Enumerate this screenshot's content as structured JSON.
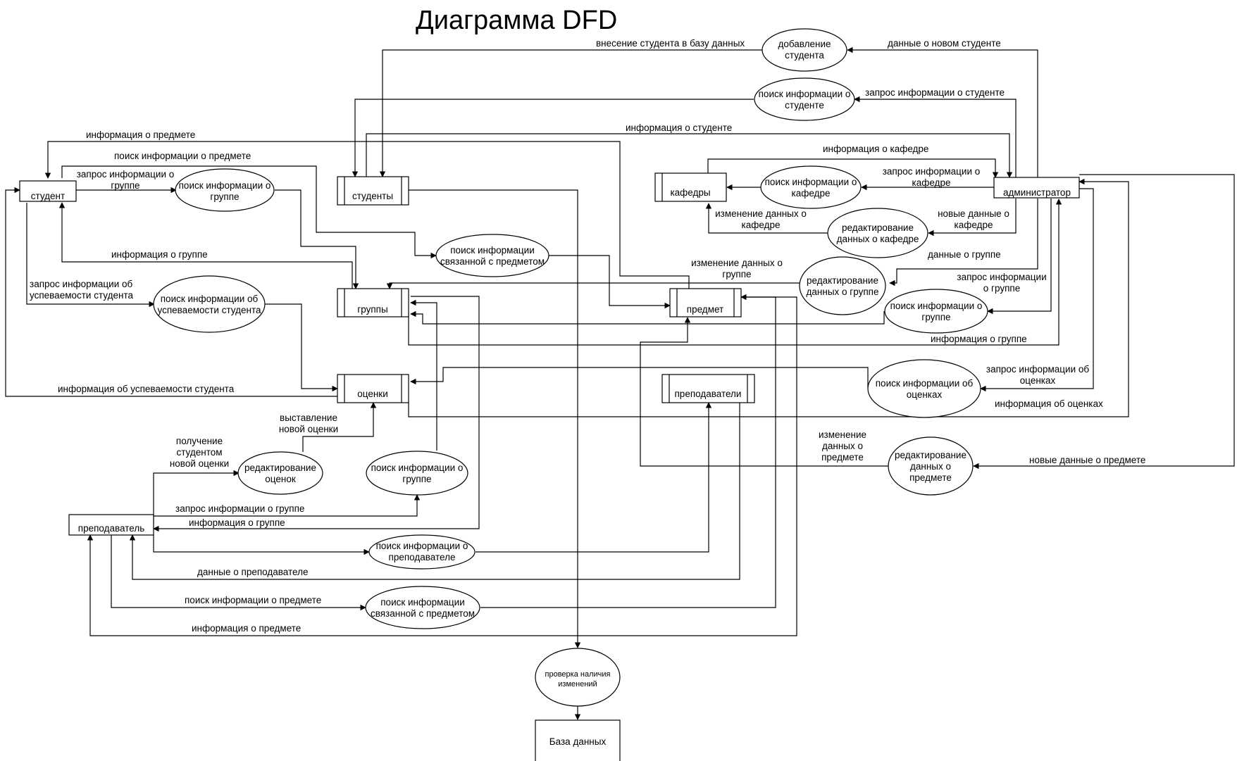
{
  "title": "Диаграмма DFD",
  "entities": {
    "student": "студент",
    "admin": "администратор",
    "teacher": "преподаватель",
    "database": "База данных"
  },
  "stores": {
    "students": "студенты",
    "groups": "группы",
    "grades": "оценки",
    "departments": "кафедры",
    "subject": "предмет",
    "teachers": "преподаватели"
  },
  "processes": {
    "add_student": [
      "добавление",
      "студента"
    ],
    "find_student": [
      "поиск информации о",
      "студенте"
    ],
    "find_department": [
      "поиск информации о",
      "кафедре"
    ],
    "edit_department": [
      "редактирование",
      "данных о кафедре"
    ],
    "edit_group": [
      "редактирование",
      "данных о группе"
    ],
    "admin_find_group": [
      "поиск информации о",
      "группе"
    ],
    "admin_find_grades": [
      "поиск информации об",
      "оценках"
    ],
    "edit_subject": [
      "редактирование",
      "данных о",
      "предмете"
    ],
    "student_find_group": [
      "поиск информации о",
      "группе"
    ],
    "student_find_subject": [
      "поиск информации",
      "связанной с предметом"
    ],
    "student_find_progress": [
      "поиск информации об",
      "успеваемости студента"
    ],
    "edit_grades": [
      "редактирование",
      "оценок"
    ],
    "teacher_find_group": [
      "поиск информации о",
      "группе"
    ],
    "teacher_find_teacher": [
      "поиск информации о",
      "преподавателе"
    ],
    "teacher_find_subject": [
      "поиск информации",
      "связанной с предметом"
    ],
    "check_changes": [
      "проверка наличия",
      "изменений"
    ]
  },
  "flows": {
    "add_to_db": "внесение студента в базу данных",
    "new_student_data": "данные о новом студенте",
    "req_student_info": "запрос информации о студенте",
    "student_info": "информация о студенте",
    "department_info": "информация о кафедре",
    "req_department_info": [
      "запрос информации о",
      "кафедре"
    ],
    "new_department_data": [
      "новые данные о",
      "кафедре"
    ],
    "change_department_data": [
      "изменение данных о",
      "кафедре"
    ],
    "group_data": "данные о группе",
    "change_group_data": [
      "изменение данных о",
      "группе"
    ],
    "admin_req_group": [
      "запрос информации",
      "о группе"
    ],
    "admin_group_info": "информация о группе",
    "req_grades_info": [
      "запрос информации об",
      "оценках"
    ],
    "grades_info": "информация об оценках",
    "change_subject_data": [
      "изменение",
      "данных о",
      "предмете"
    ],
    "new_subject_data": "новые данные о предмете",
    "subject_info_to_student": "информация о предмете",
    "student_search_subject": "поиск информации о предмете",
    "student_req_group": [
      "запрос информации о",
      "группе"
    ],
    "student_group_info": "информация о группе",
    "student_req_progress": [
      "запрос информации об",
      "успеваемости студента"
    ],
    "progress_info": "информация об успеваемости студента",
    "new_grade": [
      "выставление",
      "новой оценки"
    ],
    "student_got_grade": [
      "получение",
      "студентом",
      "новой оценки"
    ],
    "teacher_req_group": "запрос информации о группе",
    "teacher_group_info": "информация о группе",
    "teacher_data": "данные о преподавателе",
    "teacher_search_subject": "поиск информации о предмете",
    "teacher_subject_info": "информация о предмете"
  }
}
